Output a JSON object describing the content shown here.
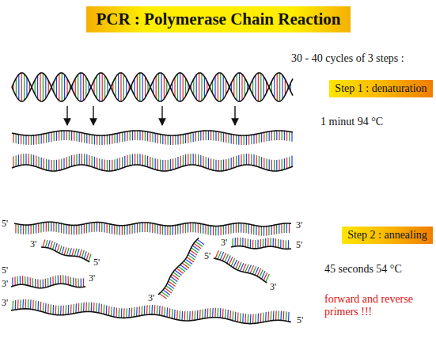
{
  "diagram": {
    "title": "PCR : Polymerase Chain Reaction",
    "nodes": [
      {
        "text": [
          "Step 1 : denaturation"
        ]
      },
      {
        "text": [
          "Step 2 : annealing"
        ]
      }
    ],
    "labels": [
      "30 - 40 cycles of 3 steps :",
      "1 minut 94 °C",
      "5'",
      "3'",
      "3'",
      "3'",
      "5'",
      "5'",
      "5'",
      "3'",
      "45 seconds 54 °C",
      "5'",
      "3'",
      "3'",
      "3'",
      "3'",
      "forward and reverse primers !!!",
      "5'"
    ]
  }
}
